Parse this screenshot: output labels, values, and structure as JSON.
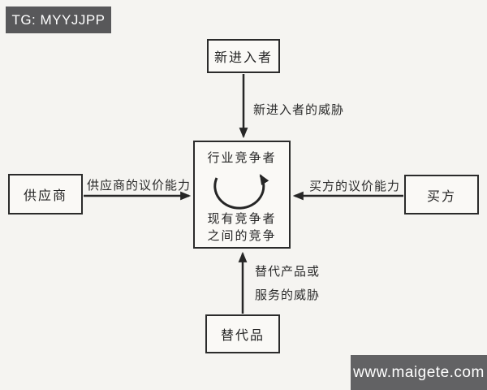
{
  "badges": {
    "tg": "TG: MYYJJPP",
    "site": "www.maigete.com"
  },
  "diagram": {
    "type": "five-forces",
    "center": {
      "title": "行业竞争者",
      "sub_line1": "现有竞争者",
      "sub_line2": "之间的竞争"
    },
    "nodes": {
      "new_entrants": "新进入者",
      "suppliers": "供应商",
      "buyers": "买方",
      "substitutes": "替代品"
    },
    "edge_labels": {
      "new_entrants_threat": "新进入者的威胁",
      "supplier_power": "供应商的议价能力",
      "buyer_power": "买方的议价能力",
      "substitute_threat_line1": "替代产品或",
      "substitute_threat_line2": "服务的威胁"
    }
  },
  "colors": {
    "background": "#f5f4f1",
    "line": "#262626",
    "box_border": "#2b2b2b",
    "box_fill": "#faf9f6",
    "tg_badge_bg": "#58585a",
    "site_badge_bg": "#626264",
    "badge_text": "#ffffff"
  }
}
